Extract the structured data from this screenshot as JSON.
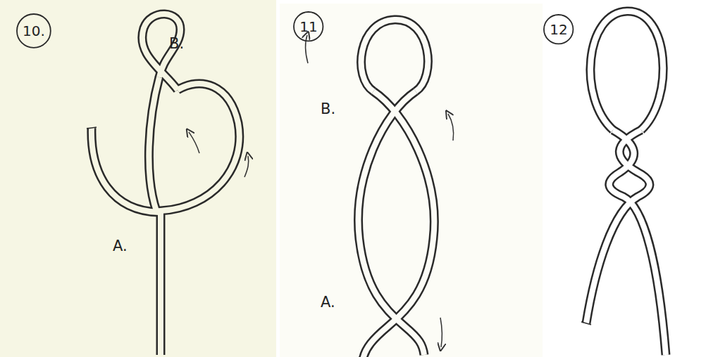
{
  "diagram": {
    "nodes": [
      {
        "text": [
          "10."
        ]
      },
      {
        "text": [
          "11"
        ]
      },
      {
        "text": [
          "12"
        ]
      }
    ],
    "labels": [
      "B.",
      "A.",
      "B.",
      "A."
    ]
  }
}
